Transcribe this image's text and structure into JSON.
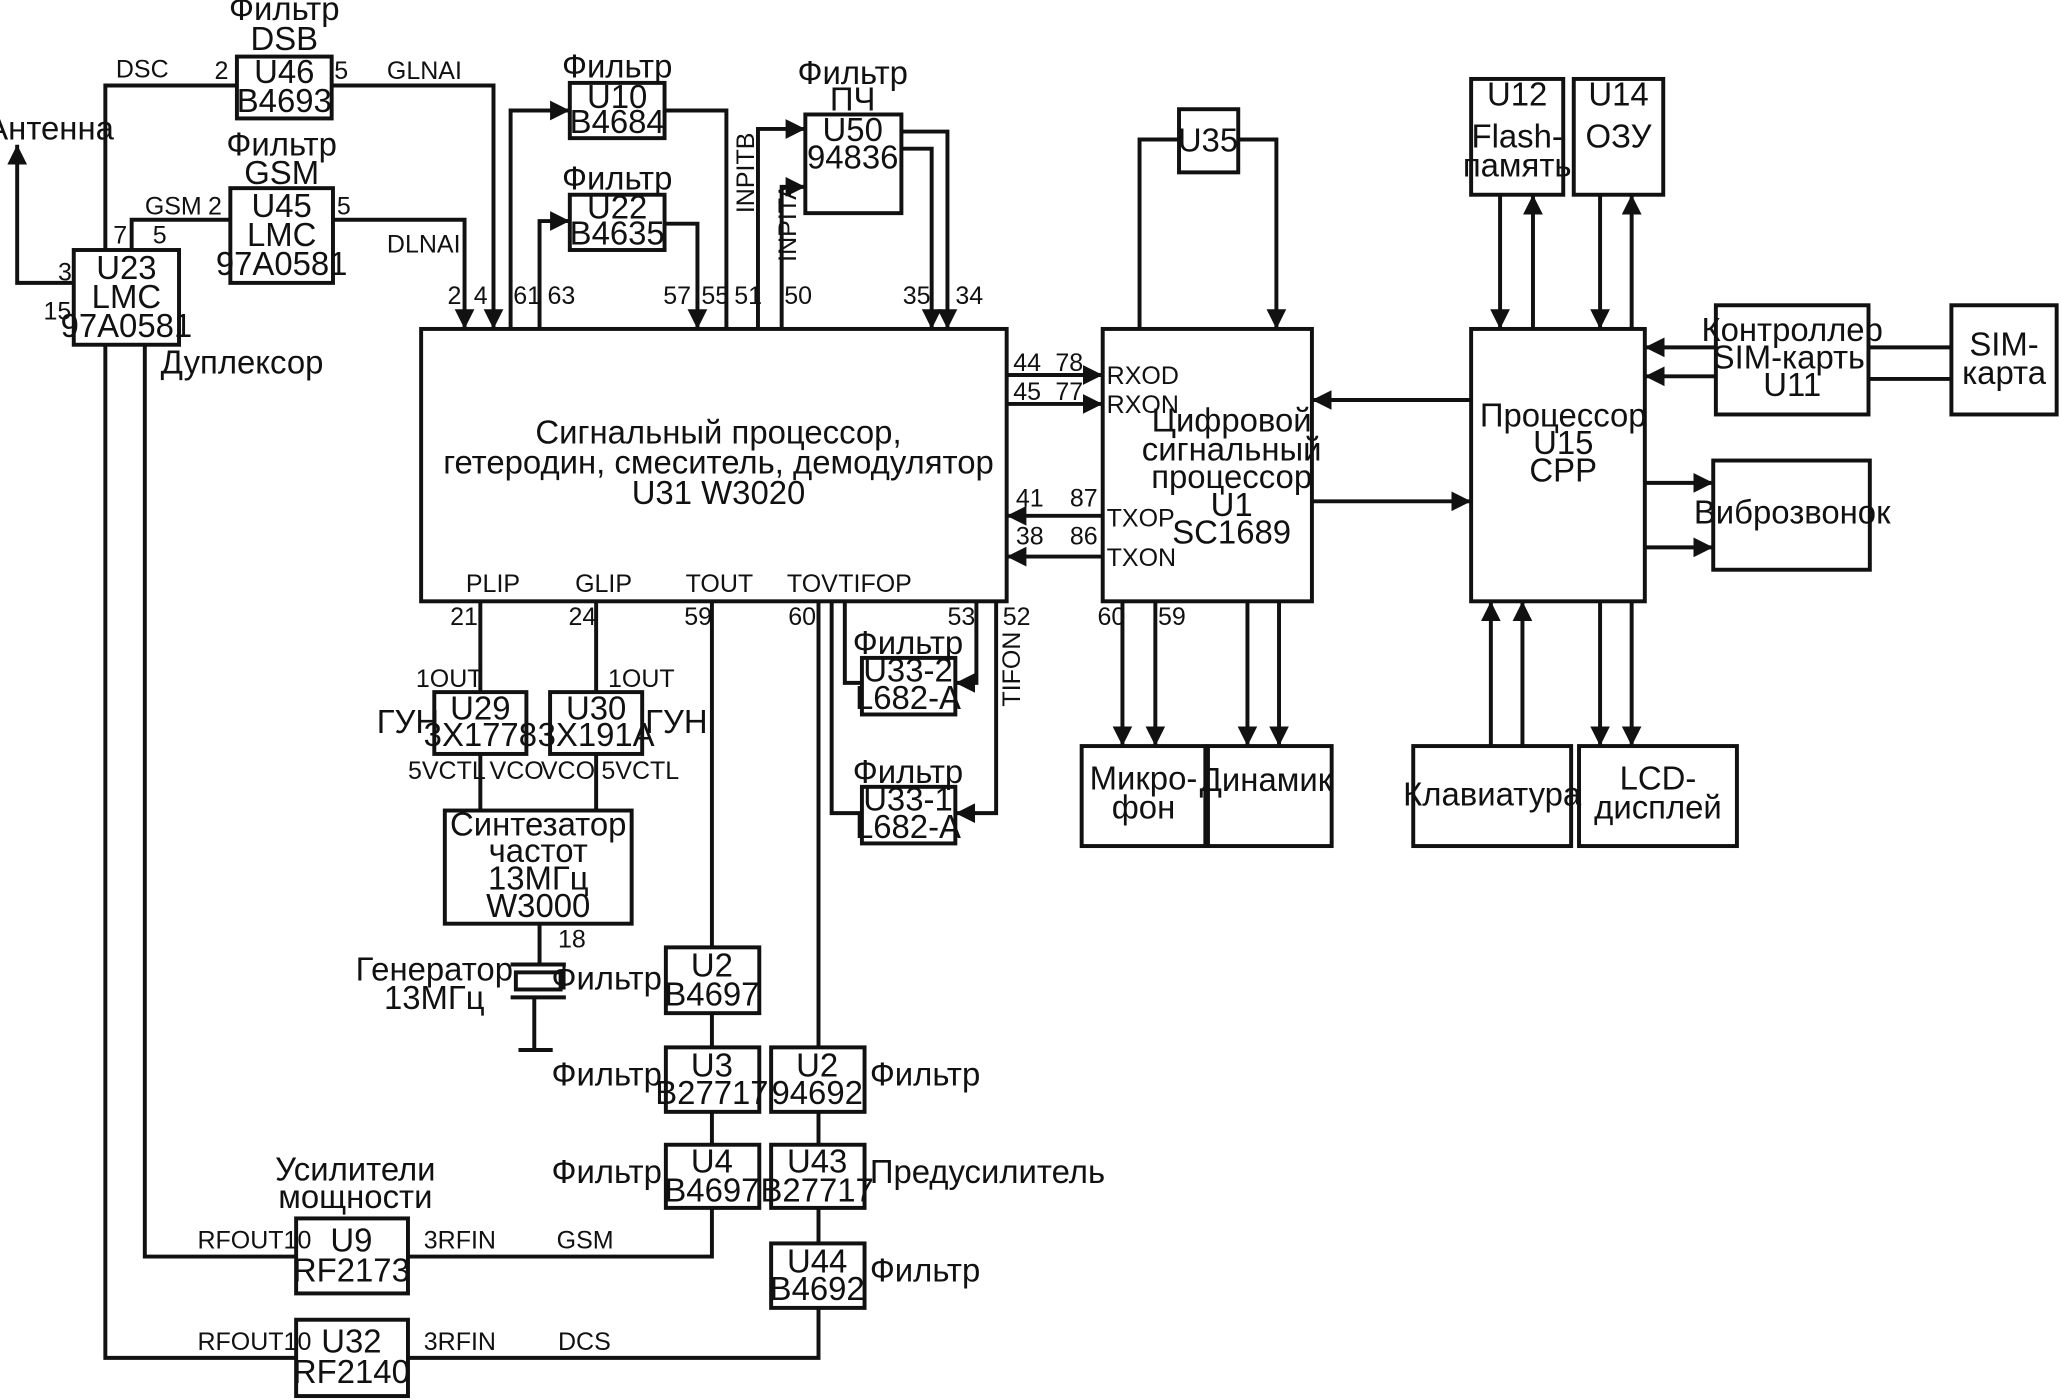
{
  "blocks": {
    "u46": {
      "caption": [
        "Фильтр",
        "DSB"
      ],
      "lines": [
        "U46",
        "B4693"
      ]
    },
    "u45": {
      "caption": [
        "Фильтр",
        "GSM"
      ],
      "lines": [
        "U45",
        "LMC",
        "97A0581"
      ]
    },
    "u23": {
      "lines": [
        "U23",
        "LMC",
        "97A0581"
      ],
      "caption": "Дуплексор"
    },
    "u10": {
      "caption": "Фильтр",
      "lines": [
        "U10",
        "B4684"
      ]
    },
    "u22": {
      "caption": "Фильтр",
      "lines": [
        "U22",
        "B4635"
      ]
    },
    "u50": {
      "caption": [
        "Фильтр",
        "ПЧ"
      ],
      "lines": [
        "U50",
        "94836"
      ]
    },
    "u35": {
      "lines": [
        "U35"
      ]
    },
    "u12": {
      "lines": [
        "U12",
        "Flash-",
        "память"
      ]
    },
    "u14": {
      "lines": [
        "U14",
        "ОЗУ"
      ]
    },
    "u31": {
      "lines": [
        "Сигнальный процессор,",
        "гетеродин, смеситель, демодулятор",
        "U31   W3020"
      ]
    },
    "u1": {
      "lines": [
        "Цифровой",
        "сигнальный",
        "процессор",
        "U1",
        "SC1689"
      ]
    },
    "u15": {
      "lines": [
        "Процессор",
        "U15",
        "CPP"
      ]
    },
    "sim_ctrl": {
      "lines": [
        "Контроллер",
        "SIM-карты",
        "U11"
      ]
    },
    "sim": {
      "lines": [
        "SIM-",
        "карта"
      ]
    },
    "vibro": {
      "lines": [
        "Виброзвонок"
      ]
    },
    "mic": {
      "lines": [
        "Микро-",
        "фон"
      ]
    },
    "spk": {
      "lines": [
        "Динамик"
      ]
    },
    "kbd": {
      "lines": [
        "Клавиатура"
      ]
    },
    "lcd": {
      "lines": [
        "LCD-",
        "дисплей"
      ]
    },
    "u29": {
      "lines": [
        "U29",
        "3X1778"
      ],
      "caption": "ГУН"
    },
    "u30": {
      "lines": [
        "U30",
        "3X191A"
      ],
      "caption": "ГУН"
    },
    "synth": {
      "lines": [
        "Синтезатор",
        "частот",
        "13МГц",
        "W3000"
      ]
    },
    "u33_2": {
      "caption": "Фильтр",
      "lines": [
        "U33-2",
        "L682-A"
      ]
    },
    "u33_1": {
      "caption": "Фильтр",
      "lines": [
        "U33-1",
        "L682-A"
      ]
    },
    "u2a": {
      "caption": "Фильтр",
      "lines": [
        "U2",
        "B4697"
      ]
    },
    "u3": {
      "caption": "Фильтр",
      "lines": [
        "U3",
        "B27717"
      ]
    },
    "u4": {
      "caption": "Фильтр",
      "lines": [
        "U4",
        "B4697"
      ]
    },
    "u2b": {
      "caption": "Фильтр",
      "lines": [
        "U2",
        "94692"
      ]
    },
    "u43": {
      "caption": "Предусилитель",
      "lines": [
        "U43",
        "B27717"
      ]
    },
    "u44": {
      "caption": "Фильтр",
      "lines": [
        "U44",
        "B4692"
      ]
    },
    "u9": {
      "caption": [
        "Усилители",
        "мощности"
      ],
      "lines": [
        "U9",
        "RF2173"
      ]
    },
    "u32": {
      "lines": [
        "U32",
        "RF2140"
      ]
    }
  },
  "antenna": "Антенна",
  "generator": [
    "Генератор",
    "13МГц"
  ],
  "signals": {
    "dsc": "DSC",
    "gsm_top": "GSM",
    "glnai": "GLNAI",
    "dlnai": "DLNAI",
    "inpitb": "INPITB",
    "inpita": "INPITA",
    "rxod": "RXOD",
    "rxon": "RXON",
    "txop": "TXOP",
    "txon": "TXON",
    "plip": "PLIP",
    "glip": "GLIP",
    "tout": "TOUT",
    "tov": "TOV",
    "tifop": "TIFOP",
    "tifon": "TIFON",
    "out1a": "1OUT",
    "out1b": "1OUT",
    "vctl_a": "5VCTL",
    "vco_a": "VCO",
    "vco_b": "VCO",
    "vctl_b": "5VCTL",
    "rfout9": "RFOUT10",
    "rfin9": "3RFIN",
    "gsm_pa": "GSM",
    "rfout32": "RFOUT10",
    "rfin32": "3RFIN",
    "dcs": "DCS"
  },
  "pins": {
    "u46_in": "2",
    "u46_out": "5",
    "u45_in": "2",
    "u45_out": "5",
    "u23_7": "7",
    "u23_5": "5",
    "u23_3": "3",
    "u23_15": "15",
    "p2": "2",
    "p4": "4",
    "p61": "61",
    "p63": "63",
    "p57": "57",
    "p55": "55",
    "p51": "51",
    "p50": "50",
    "p35": "35",
    "p34": "34",
    "p44": "44",
    "p45": "45",
    "p78": "78",
    "p77": "77",
    "p41": "41",
    "p38": "38",
    "p87": "87",
    "p86": "86",
    "p21": "21",
    "p24": "24",
    "p59": "59",
    "p60": "60",
    "p53": "53",
    "p52": "52",
    "u1_60": "60",
    "u1_59": "59",
    "p18": "18"
  }
}
